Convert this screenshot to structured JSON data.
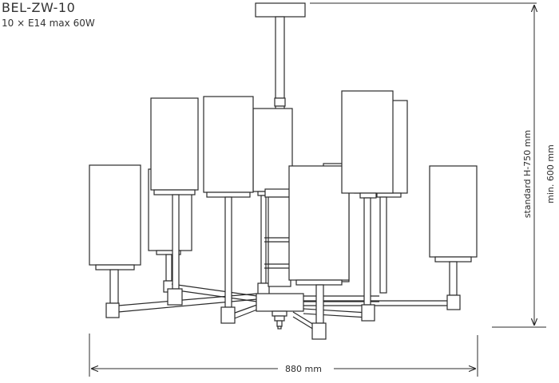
{
  "header": {
    "model": "BEL-ZW-10",
    "spec": "10 × E14 max 60W"
  },
  "dimensions": {
    "width_label": "880 mm",
    "height_label_standard": "standard H-750 mm",
    "height_label_min": "min. 600 mm"
  },
  "colors": {
    "line": "#2b2b2b",
    "background": "#ffffff"
  }
}
